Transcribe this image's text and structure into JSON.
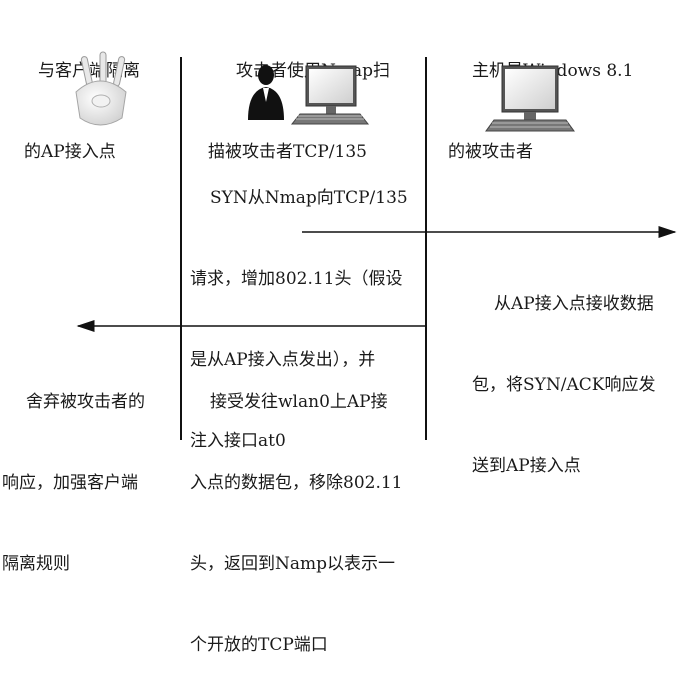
{
  "columns": {
    "left_header": [
      "与客户端隔离",
      "的AP接入点"
    ],
    "middle_header": [
      "攻击者使用Nmap扫",
      "描被攻击者TCP/135"
    ],
    "right_header": [
      "主机是Windows 8.1",
      "的被攻击者"
    ]
  },
  "messages": {
    "step1": [
      "SYN从Nmap向TCP/135",
      "请求，增加802.11头（假设",
      "是从AP接入点发出），并",
      "注入接口at0"
    ],
    "step2": [
      "从AP接入点接收数据",
      "包，将SYN/ACK响应发",
      "送到AP接入点"
    ],
    "step3": [
      "接受发往wlan0上AP接",
      "入点的数据包，移除802.11",
      "头，返回到Namp以表示一",
      "个开放的TCP端口"
    ],
    "step4": [
      "舍弃被攻击者的",
      "响应，加强客户端",
      "隔离规则"
    ]
  },
  "icons": {
    "access_point": "wifi-access-point-icon",
    "attacker": "attacker-person-icon",
    "attacker_pc": "desktop-computer-icon",
    "victim_pc": "desktop-computer-icon"
  }
}
